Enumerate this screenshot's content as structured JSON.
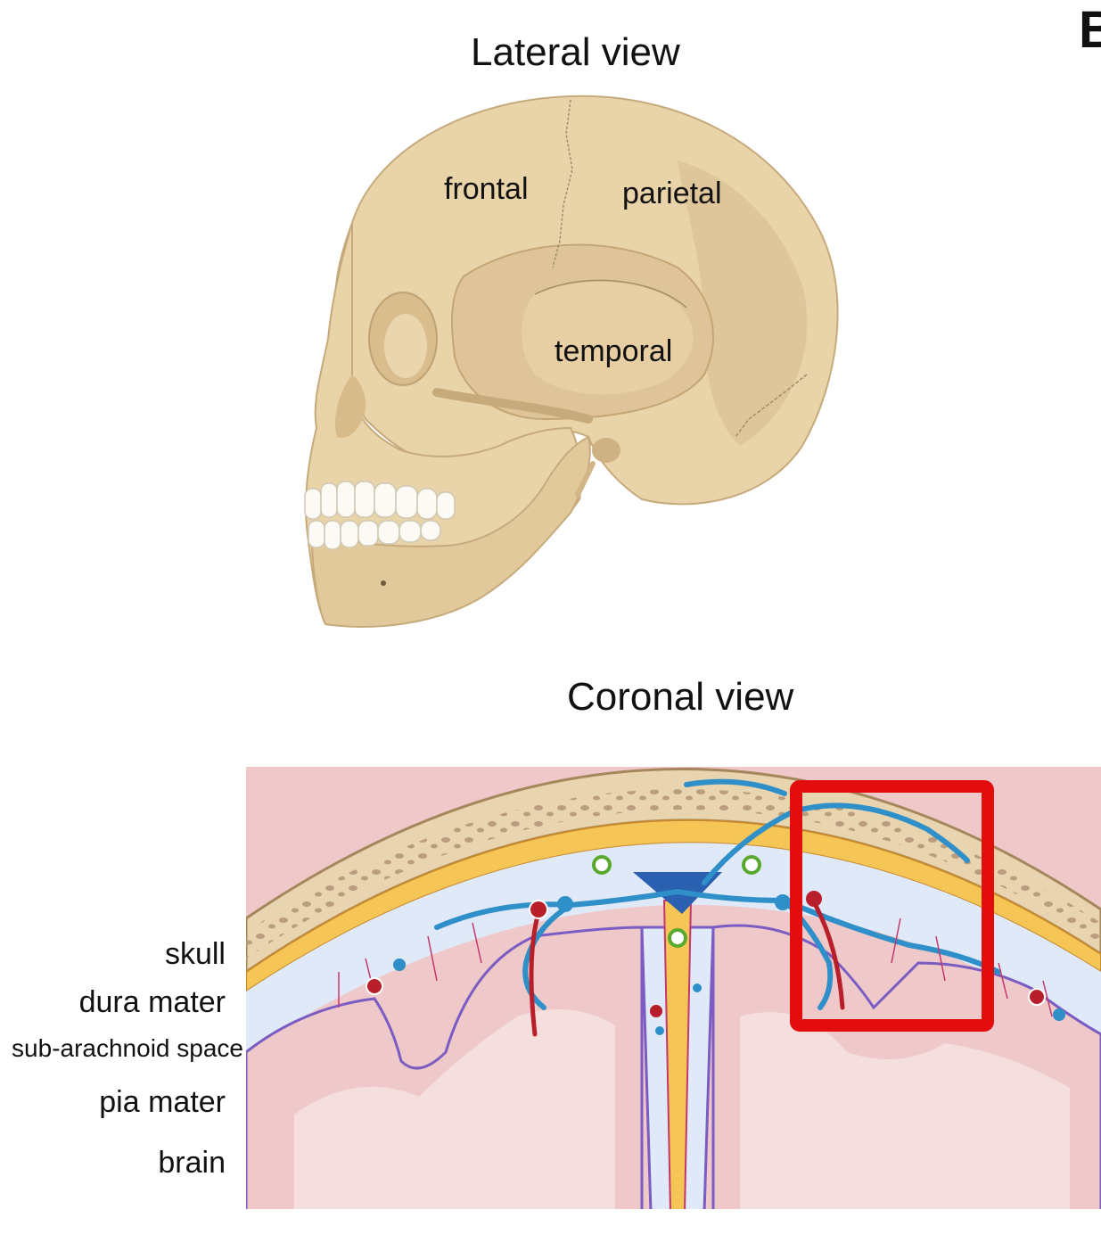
{
  "panel_letter": "B",
  "lateral": {
    "title": "Lateral view",
    "labels": {
      "frontal": "frontal",
      "parietal": "parietal",
      "temporal": "temporal"
    }
  },
  "coronal": {
    "title": "Coronal view",
    "layers": {
      "skull": "skull",
      "dura": "dura mater",
      "subarachnoid": "sub-arachnoid space",
      "pia": "pia mater",
      "brain": "brain"
    },
    "highlight_color": "#e40d0d"
  },
  "colors": {
    "bone": "#e9d3a9",
    "bone_dark": "#d6ba8a",
    "bone_outline": "#b59a6d",
    "dura": "#f5c556",
    "csf": "#dfe9f7",
    "pia": "#7a5cc2",
    "brain": "#efc8c9",
    "brain_light": "#f4dede",
    "artery": "#b81f2a",
    "vein": "#2f8fc9",
    "capillary": "#c2386d",
    "teeth": "#fbfaf4"
  }
}
